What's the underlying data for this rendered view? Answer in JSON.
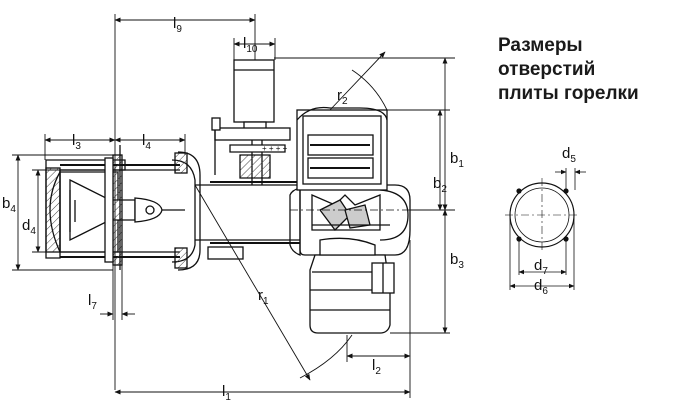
{
  "title": {
    "line1": "Размеры",
    "line2": "отверстий",
    "line3": "плиты горелки"
  },
  "dimensions": {
    "l9": {
      "base": "l",
      "sub": "9"
    },
    "l10": {
      "base": "l",
      "sub": "10"
    },
    "l3": {
      "base": "l",
      "sub": "3"
    },
    "l4": {
      "base": "l",
      "sub": "4"
    },
    "l7": {
      "base": "l",
      "sub": "7"
    },
    "l1": {
      "base": "l",
      "sub": "1"
    },
    "l2": {
      "base": "l",
      "sub": "2"
    },
    "r2": {
      "base": "r",
      "sub": "2"
    },
    "r1": {
      "base": "r",
      "sub": "1"
    },
    "b1": {
      "base": "b",
      "sub": "1"
    },
    "b2": {
      "base": "b",
      "sub": "2"
    },
    "b3": {
      "base": "b",
      "sub": "3"
    },
    "b4": {
      "base": "b",
      "sub": "4"
    },
    "d4": {
      "base": "d",
      "sub": "4"
    },
    "d5": {
      "base": "d",
      "sub": "5"
    },
    "d6": {
      "base": "d",
      "sub": "6"
    },
    "d7": {
      "base": "d",
      "sub": "7"
    }
  },
  "colors": {
    "line": "#111111",
    "hatch": "#555555",
    "body": "#ffffff",
    "shade": "#d8d8d8"
  }
}
